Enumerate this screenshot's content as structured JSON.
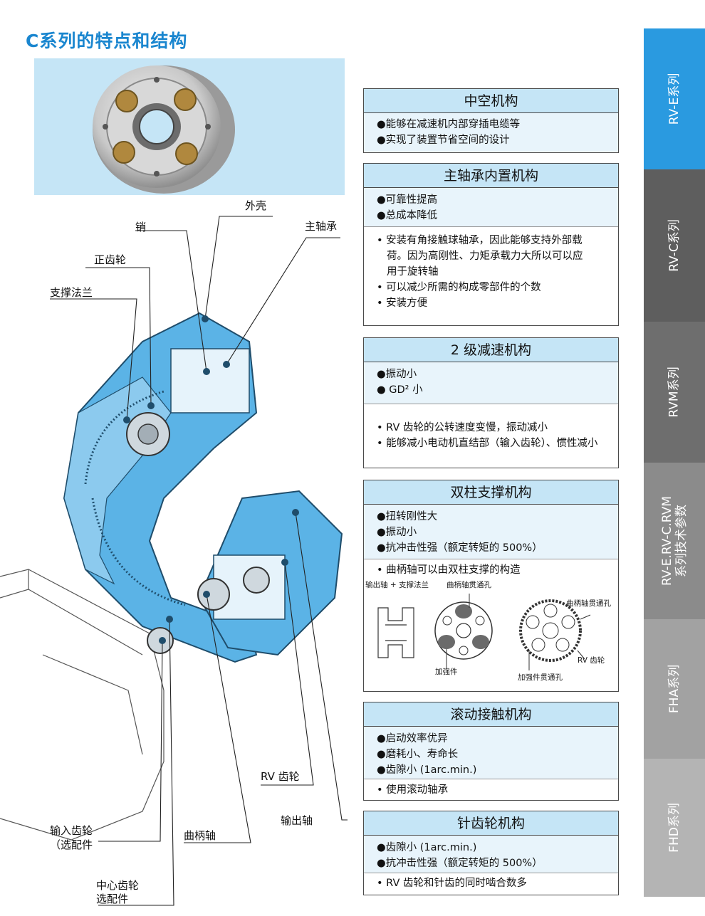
{
  "page_title": "C系列的特点和结构",
  "side_tabs": [
    {
      "label": "RV-E系列",
      "color": "#2a9ae0"
    },
    {
      "label": "RV-C系列",
      "color": "#5e5e5e"
    },
    {
      "label": "RVM系列",
      "color": "#6e6e6e"
    },
    {
      "label": "RV-E.RV-C.RVM",
      "label2": "系列技术参数",
      "color": "#8b8b8b"
    },
    {
      "label": "FHA系列",
      "color": "#a2a2a2"
    },
    {
      "label": "FHD系列",
      "color": "#b4b4b4"
    }
  ],
  "diagram_labels": {
    "shell": "外壳",
    "pin": "销",
    "main_bearing": "主轴承",
    "spur_gear": "正齿轮",
    "support_flange": "支撑法兰",
    "rv_gear": "RV 齿轮",
    "output_shaft": "输出轴",
    "crankshaft": "曲柄轴",
    "input_gear": "输入齿轮",
    "input_gear_note": "（选配件",
    "center_gear": "中心齿轮",
    "center_gear_note": "选配件"
  },
  "features": [
    {
      "title": "中空机构",
      "primary": [
        "●能够在减速机内部穿插电缆等",
        "●实现了装置节省空间的设计"
      ]
    },
    {
      "title": "主轴承内置机构",
      "primary": [
        "●可靠性提高",
        "●总成本降低"
      ],
      "secondary": [
        "• 安装有角接触球轴承，因此能够支持外部载",
        "荷。因为高刚性、力矩承载力大所以可以应",
        "用于旋转轴",
        "• 可以减少所需的构成零部件的个数",
        "• 安装方便"
      ]
    },
    {
      "title": "2 级减速机构",
      "primary": [
        "●振动小",
        "● GD² 小"
      ],
      "secondary": [
        "• RV 齿轮的公转速度变慢，振动减小",
        "• 能够减小电动机直结部（输入齿轮）、惯性减小"
      ]
    },
    {
      "title": "双柱支撑机构",
      "primary": [
        "●扭转刚性大",
        "●振动小",
        "●抗冲击性强（额定转矩的 500%）"
      ],
      "secondary": [
        "• 曲柄轴可以由双柱支撑的构造"
      ],
      "figure": {
        "a": "输出轴 + 支撑法兰",
        "b": "曲柄轴贯通孔",
        "c": "曲柄轴贯通孔",
        "d": "RV 齿轮",
        "e": "加强件",
        "f": "加强件贯通孔"
      }
    },
    {
      "title": "滚动接触机构",
      "primary": [
        "●启动效率优异",
        "●磨耗小、寿命长",
        "●齿隙小 (1arc.min.)"
      ],
      "secondary": [
        "• 使用滚动轴承"
      ]
    },
    {
      "title": "针齿轮机构",
      "primary": [
        "●齿隙小 (1arc.min.)",
        "●抗冲击性强（额定转矩的 500%）"
      ],
      "secondary": [
        "• RV 齿轮和针齿的同时啮合数多"
      ]
    }
  ]
}
